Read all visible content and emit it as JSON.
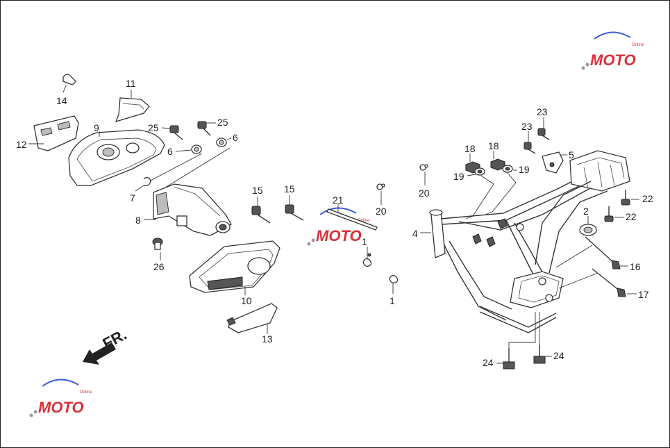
{
  "direction_label": "FR.",
  "watermark": {
    "text": "MOTO",
    "subtext": "Online",
    "colors": {
      "red": "#d9303a",
      "blue": "#3a5bd9",
      "gray": "#9a9a9a"
    }
  },
  "callouts": [
    "1",
    "1",
    "2",
    "4",
    "5",
    "6",
    "6",
    "7",
    "8",
    "9",
    "10",
    "11",
    "12",
    "13",
    "14",
    "15",
    "15",
    "16",
    "17",
    "18",
    "18",
    "19",
    "19",
    "20",
    "20",
    "21",
    "22",
    "22",
    "23",
    "23",
    "24",
    "24",
    "25",
    "25",
    "26"
  ]
}
